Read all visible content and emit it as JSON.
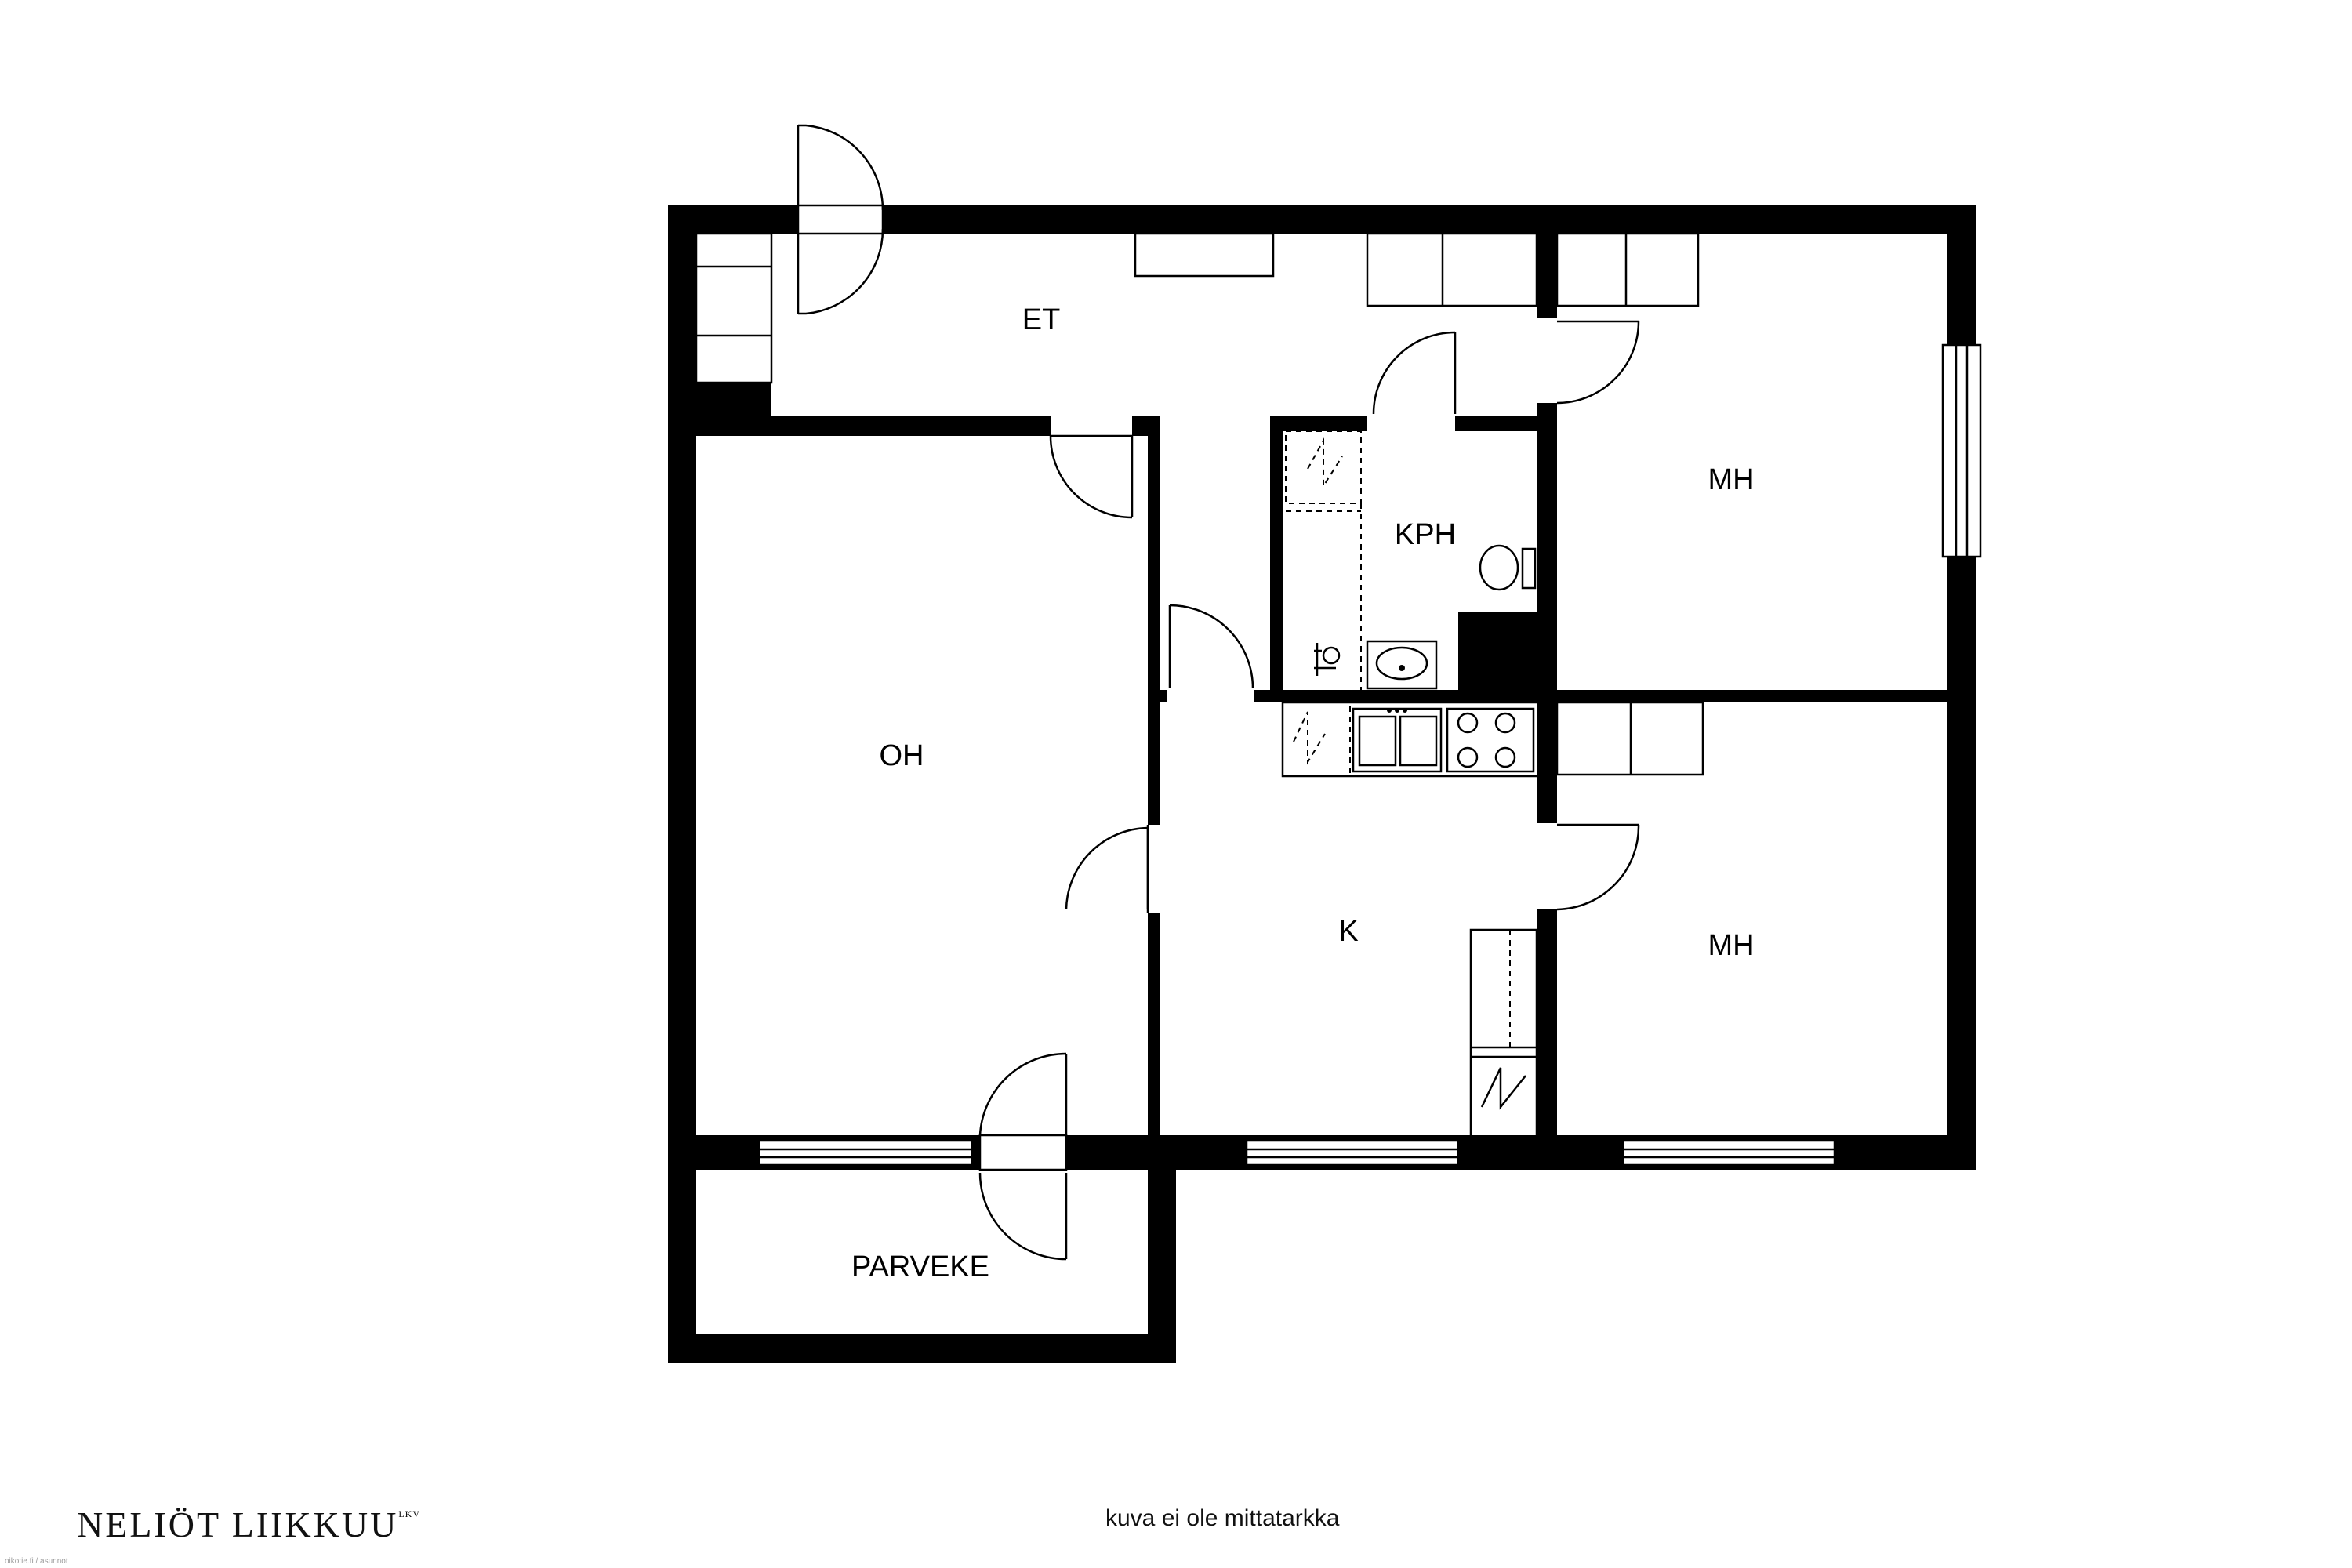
{
  "rooms": {
    "et": "ET",
    "kph": "KPH",
    "mh_upper": "MH",
    "oh": "OH",
    "k": "K",
    "mh_lower": "MH",
    "parveke": "PARVEKE"
  },
  "brand": {
    "name": "NELIÖT LIIKKUU",
    "suffix": "LKV"
  },
  "disclaimer": "kuva ei ole mittatarkka",
  "watermark": "oikotie.fi / asunnot",
  "colors": {
    "wall": "#000000",
    "background": "#ffffff"
  }
}
